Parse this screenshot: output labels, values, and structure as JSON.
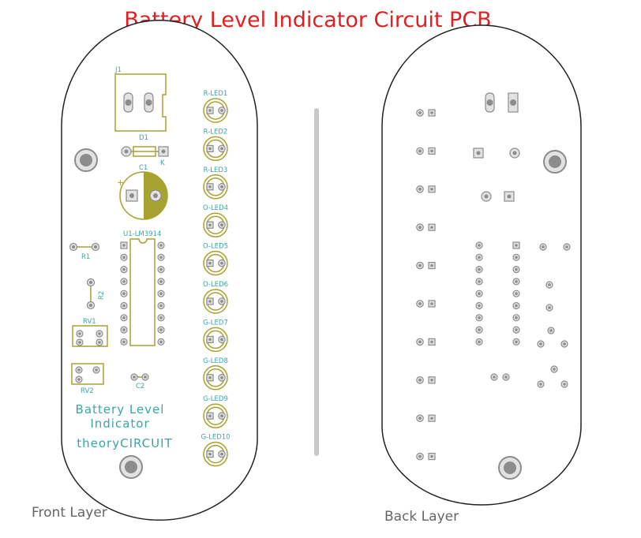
{
  "title": "Battery Level Indicator Circuit PCB",
  "captions": {
    "front": "Front Layer",
    "back": "Back Layer"
  },
  "front": {
    "labels": {
      "j1": "J1",
      "d1": "D1",
      "k": "K",
      "c1": "C1",
      "plus": "+",
      "r1": "R1",
      "r2": "R2",
      "rv1": "RV1",
      "rv2": "RV2",
      "c2": "C2",
      "u1": "U1-LM3914"
    },
    "leds": [
      "R-LED1",
      "R-LED2",
      "R-LED3",
      "O-LED4",
      "O-LED5",
      "O-LED6",
      "G-LED7",
      "G-LED8",
      "G-LED9",
      "G-LED10"
    ],
    "board_text": [
      "Battery Level",
      "Indicator",
      "theoryCIRCUIT"
    ]
  },
  "colors": {
    "title": "#e02020",
    "silkscreen": "#a8a230",
    "label": "#3aa6a6",
    "outline": "#222222"
  }
}
